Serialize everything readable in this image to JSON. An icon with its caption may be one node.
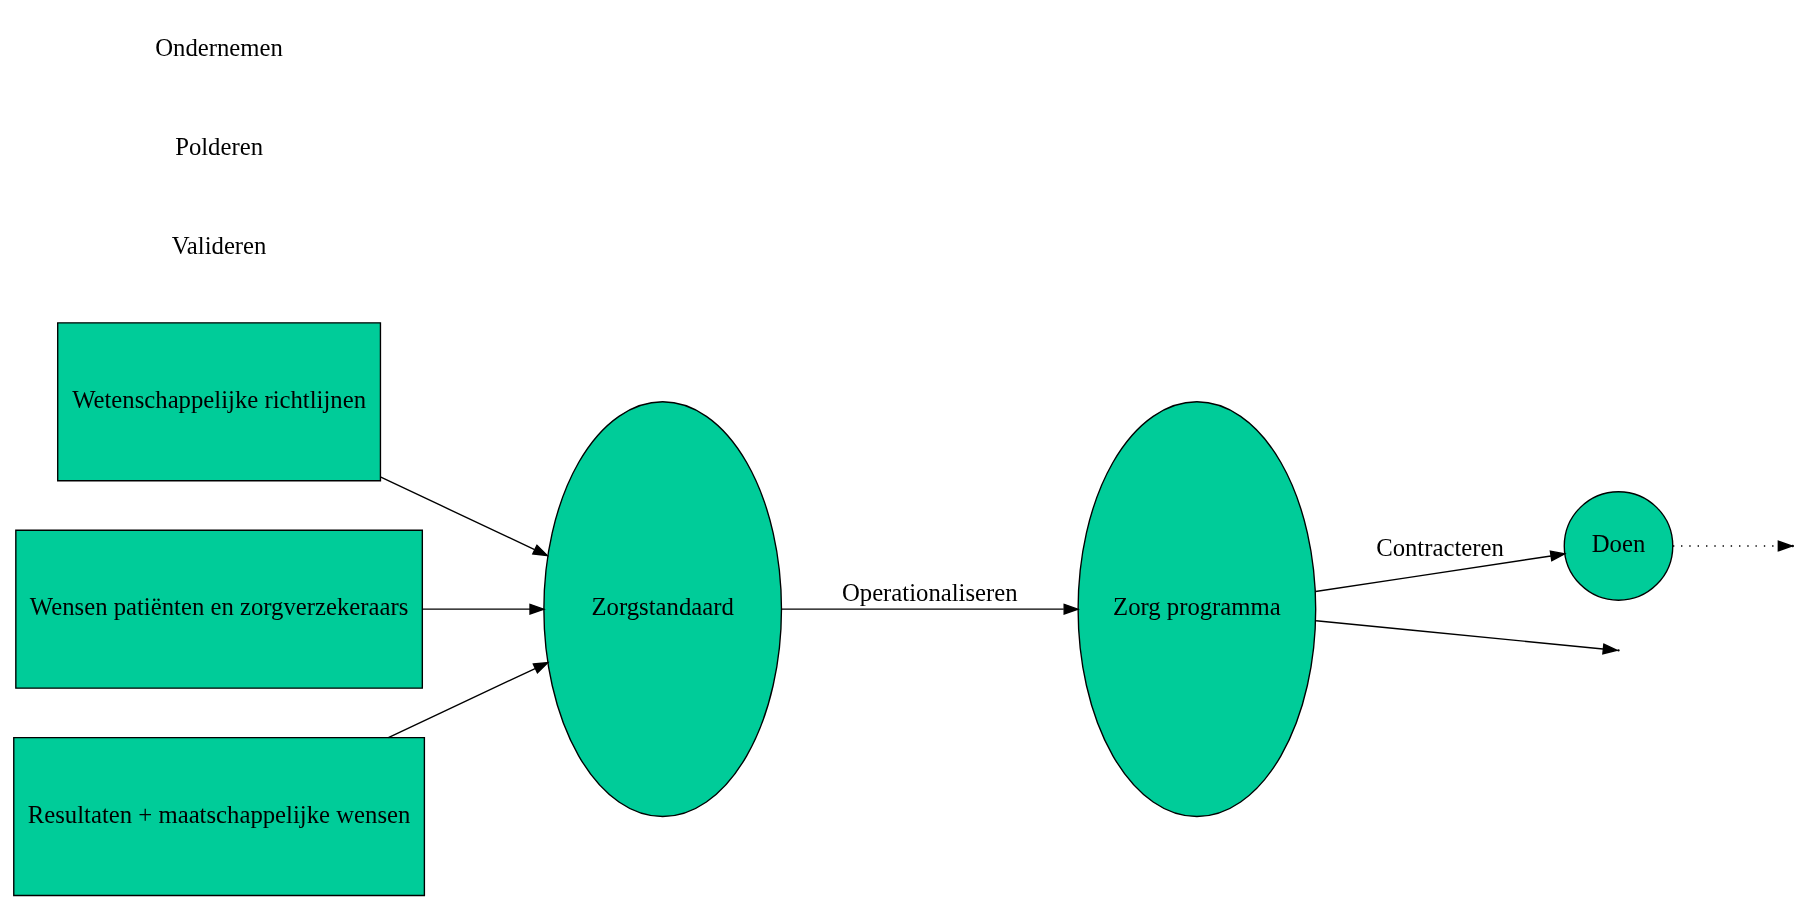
{
  "diagram": {
    "nodes": [
      {
        "text": [
          "Wetenschappelijke richtlijnen"
        ]
      },
      {
        "text": [
          "Wensen patiënten en zorgverzekeraars"
        ]
      },
      {
        "text": [
          "Resultaten + maatschappelijke wensen"
        ]
      },
      {
        "text": [
          "Zorgstandaard"
        ]
      },
      {
        "text": [
          "Zorg programma"
        ]
      },
      {
        "text": [
          "Doen"
        ]
      }
    ],
    "edges": [
      {
        "from": 0,
        "to": 3,
        "arrow": "to"
      },
      {
        "from": 1,
        "to": 3,
        "arrow": "to"
      },
      {
        "from": 2,
        "to": 3,
        "arrow": "to"
      },
      {
        "from": 3,
        "to": 4,
        "arrow": "to",
        "label": "Operationaliseren"
      },
      {
        "from": 4,
        "to": 5,
        "arrow": "to",
        "label": "Contracteren"
      },
      {
        "from": 5,
        "to": null,
        "arrow": "to",
        "style": "dashed"
      },
      {
        "from": 4,
        "to": null,
        "arrow": "to"
      }
    ],
    "labels": [
      "Valideren",
      "Polderen",
      "Ondernemen"
    ]
  }
}
